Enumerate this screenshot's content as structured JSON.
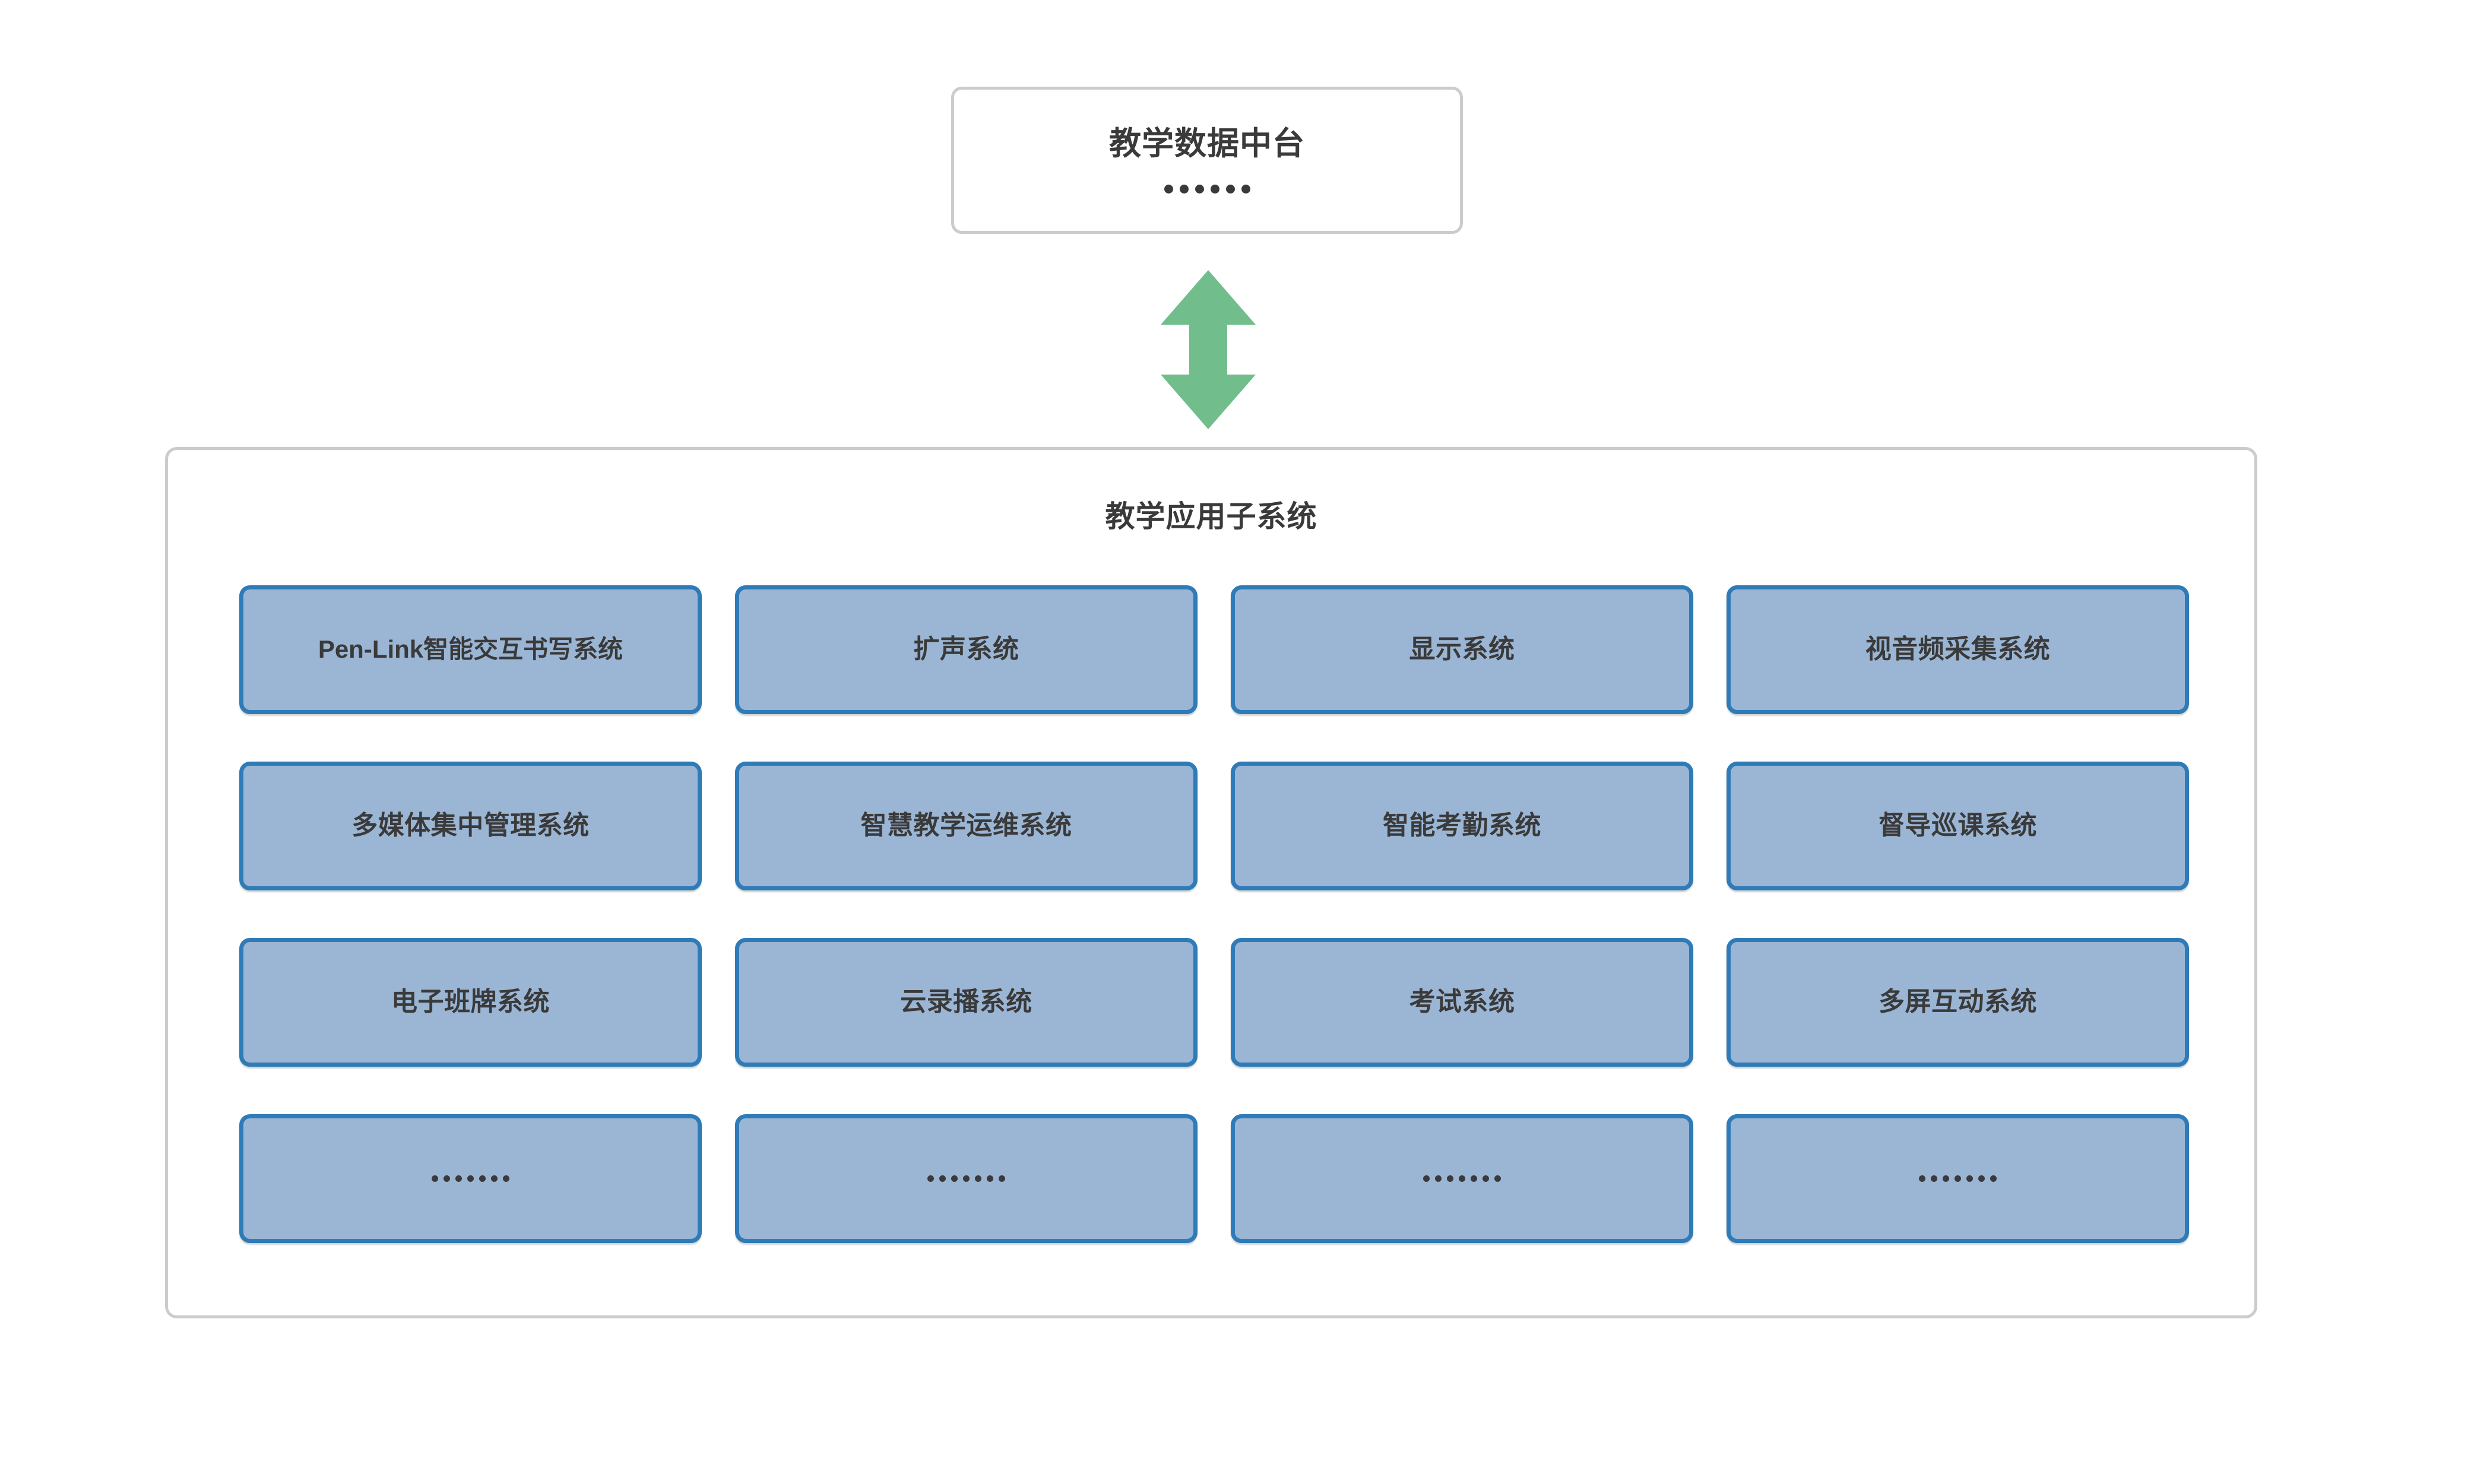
{
  "diagram": {
    "title_top": "教学数据中台",
    "top_card_ellipsis": "······",
    "top_card_dot_count": 6,
    "arrow": {
      "name": "bidirectional-vertical-arrow",
      "color": "#72bd8c",
      "direction": "up-down"
    },
    "panel": {
      "title": "教学应用子系统",
      "border_color": "#cccccc",
      "tile_fill": "#9bb6d5",
      "tile_border": "#2e7bb8",
      "text_color": "#3a3a3a",
      "rows": 4,
      "columns": 4,
      "tiles": [
        {
          "label": "Pen-Link智能交互书写系统",
          "compact": true,
          "is_ellipsis": false
        },
        {
          "label": "扩声系统",
          "compact": false,
          "is_ellipsis": false
        },
        {
          "label": "显示系统",
          "compact": false,
          "is_ellipsis": false
        },
        {
          "label": "视音频采集系统",
          "compact": false,
          "is_ellipsis": false
        },
        {
          "label": "多媒体集中管理系统",
          "compact": false,
          "is_ellipsis": false
        },
        {
          "label": "智慧教学运维系统",
          "compact": false,
          "is_ellipsis": false
        },
        {
          "label": "智能考勤系统",
          "compact": false,
          "is_ellipsis": false
        },
        {
          "label": "督导巡课系统",
          "compact": false,
          "is_ellipsis": false
        },
        {
          "label": "电子班牌系统",
          "compact": false,
          "is_ellipsis": false
        },
        {
          "label": "云录播系统",
          "compact": false,
          "is_ellipsis": false
        },
        {
          "label": "考试系统",
          "compact": false,
          "is_ellipsis": false
        },
        {
          "label": "多屏互动系统",
          "compact": false,
          "is_ellipsis": false
        },
        {
          "label": "·······",
          "compact": false,
          "is_ellipsis": true,
          "dot_count": 7
        },
        {
          "label": "·······",
          "compact": false,
          "is_ellipsis": true,
          "dot_count": 7
        },
        {
          "label": "·······",
          "compact": false,
          "is_ellipsis": true,
          "dot_count": 7
        },
        {
          "label": "·······",
          "compact": false,
          "is_ellipsis": true,
          "dot_count": 7
        }
      ]
    }
  }
}
